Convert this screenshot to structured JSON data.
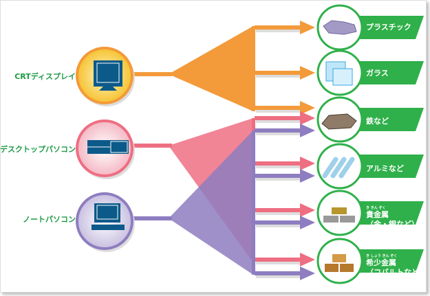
{
  "sources": [
    {
      "label": "CRTディスプレイ",
      "icon": "crt-monitor-icon",
      "color": "#f39a3a"
    },
    {
      "label": "デスクトップパソコン",
      "icon": "desktop-pc-icon",
      "color": "#ee6e82"
    },
    {
      "label": "ノートパソコン",
      "icon": "notebook-pc-icon",
      "color": "#8e7dc0"
    }
  ],
  "materials": [
    {
      "label": "プラスチック",
      "icon": "plastic-icon"
    },
    {
      "label": "ガラス",
      "icon": "glass-icon"
    },
    {
      "label": "鉄など",
      "icon": "iron-icon"
    },
    {
      "label": "アルミなど",
      "icon": "aluminum-icon"
    },
    {
      "ruby": "き きん ぞく",
      "label": "貴金属",
      "sub": "（金・銀など）",
      "icon": "precious-metal-icon"
    },
    {
      "ruby": "き しょう きん ぞく",
      "label": "希少金属",
      "sub": "（コバルトなど）",
      "icon": "rare-metal-icon"
    }
  ],
  "colors": {
    "green": "#2fb04a",
    "orange": "#f39a3a",
    "pink": "#ee6e82",
    "purple": "#8e7dc0",
    "label": "#1e9a45"
  }
}
